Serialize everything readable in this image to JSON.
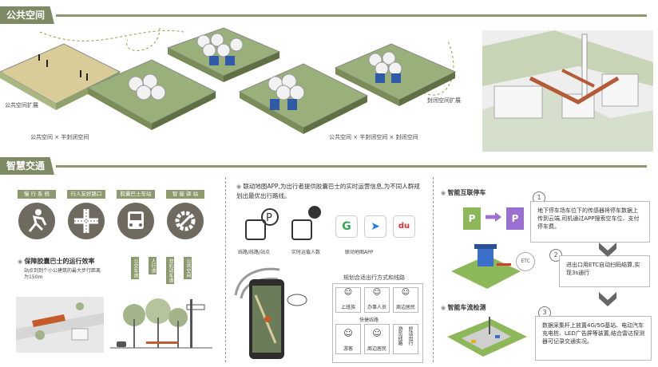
{
  "sections": {
    "public_space": "公共空间",
    "smart_traffic": "智慧交通"
  },
  "public_space_labels": {
    "expand": "公共空间扩展",
    "ps_semi": "公共空间 × 半封闭空间",
    "ps_semi_closed": "公共空间 × 半封闭空间 × 封闭空间",
    "closed_expand": "封闭空间扩展"
  },
  "icons_row": {
    "labels": [
      "慢 行 系 统",
      "行人友好路口",
      "胶囊巴士车站",
      "智 能 驿 站"
    ]
  },
  "bus_efficiency": {
    "title": "保障胶囊巴士的运行效率",
    "desc": "站点到到个小公建筑的最大步行距离为150m"
  },
  "vertical_tags": [
    "公交车道",
    "人行道",
    "非机动车道",
    "公共空间"
  ],
  "app": {
    "desc": "联动地图APP,为出行者提供胶囊巴士的实时运营信息,为不同人群规划出最优出行路线。",
    "bubble_labels": [
      "线路/线路/站点",
      "实时运载人数",
      "联动地图APP"
    ],
    "plan_title": "规划合适出行方式和线路",
    "users_top": [
      "上班族",
      "办事人员",
      "周边居民"
    ],
    "route_label": "快捷线路",
    "users_bottom": [
      "游客",
      "周边居民"
    ],
    "side_tags": [
      "游览线路",
      "舒适出行"
    ],
    "map_apps": [
      "G",
      "➤",
      "du"
    ]
  },
  "parking": {
    "title": "智能互联停车",
    "step1": "地下停车场车位下的传感器将停车数据上传到云端,司机通过APP搜索空车位、支付停车费。",
    "step2": "进出口用ETC自动扫码结算,实现3s通行",
    "step3": "数据采集杆上放置4G/5G基站、电动汽车充电桩、LED广告屏等装置,结合雷达探测器可记录交通实况。",
    "nums": [
      "1",
      "2",
      "3"
    ],
    "p_letter": "P",
    "etc": "ETC"
  },
  "flow": {
    "title": "智能车流检测"
  },
  "colors": {
    "accent": "#7e8a63",
    "grass": "#9ab07a",
    "sand": "#d9cc99",
    "blue": "#2f5aa8"
  }
}
